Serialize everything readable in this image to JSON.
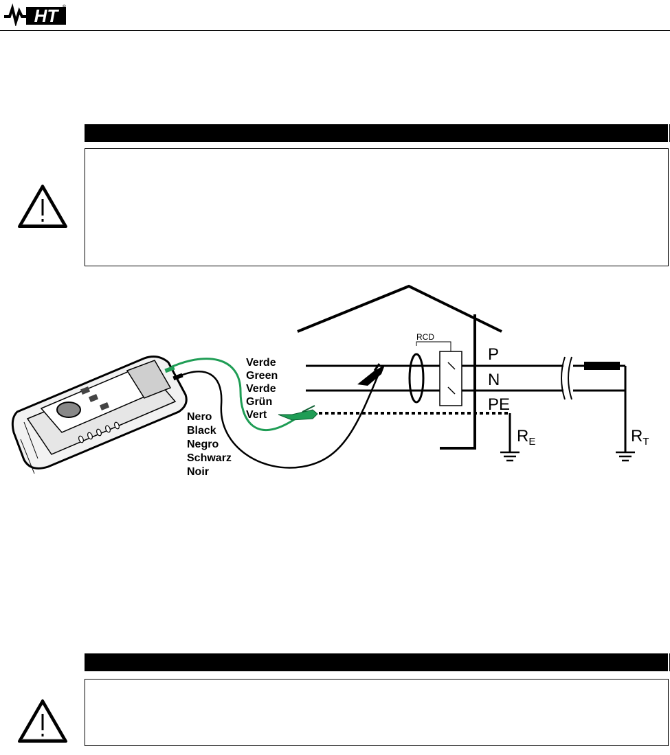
{
  "header": {
    "logo_text": "HT",
    "registered_mark": "®"
  },
  "diagram": {
    "rcd_label": "RCD",
    "line_labels": {
      "p": "P",
      "n": "N",
      "pe": "PE"
    },
    "re_label": {
      "main": "R",
      "sub": "E"
    },
    "rt_label": {
      "main": "R",
      "sub": "T"
    },
    "green_lead_labels": [
      "Verde",
      "Green",
      "Verde",
      "Grün",
      "Vert"
    ],
    "black_lead_labels": [
      "Nero",
      "Black",
      "Negro",
      "Schwarz",
      "Noir"
    ],
    "colors": {
      "green_lead": "#1f9d55",
      "black_lead": "#000000"
    }
  }
}
